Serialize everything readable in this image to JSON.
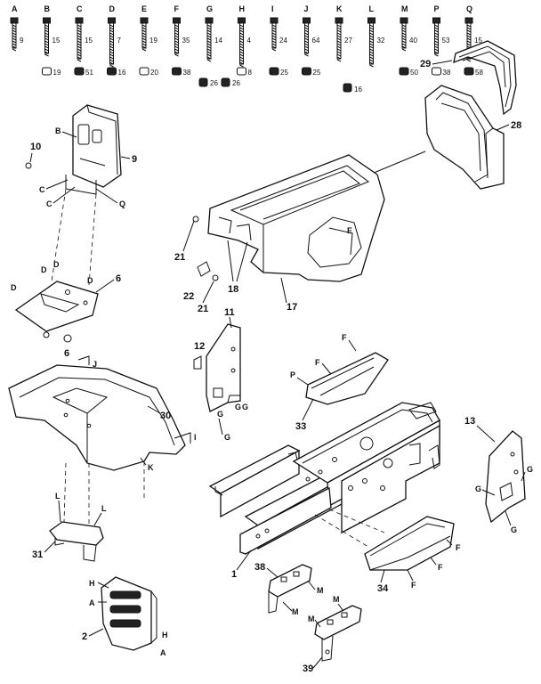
{
  "hardware_row": [
    {
      "letter": "A",
      "length": "9",
      "fitting": ""
    },
    {
      "letter": "B",
      "length": "15",
      "fitting": "19"
    },
    {
      "letter": "C",
      "length": "15",
      "fitting": "51"
    },
    {
      "letter": "D",
      "length": "7",
      "fitting": "16"
    },
    {
      "letter": "E",
      "length": "19",
      "fitting": "20"
    },
    {
      "letter": "F",
      "length": "35",
      "fitting": "38"
    },
    {
      "letter": "G",
      "length": "14",
      "fitting": ""
    },
    {
      "letter": "H",
      "length": "4",
      "fitting": "8"
    },
    {
      "letter": "I",
      "length": "24",
      "fitting": "25"
    },
    {
      "letter": "J",
      "length": "64",
      "fitting": "25"
    },
    {
      "letter": "K",
      "length": "27",
      "fitting": ""
    },
    {
      "letter": "L",
      "length": "32",
      "fitting": ""
    },
    {
      "letter": "M",
      "length": "40",
      "fitting": "50"
    },
    {
      "letter": "P",
      "length": "53",
      "fitting": "38"
    },
    {
      "letter": "Q",
      "length": "15",
      "fitting": "58"
    }
  ],
  "hardware_extra": {
    "nut_26a": "26",
    "nut_26b": "26",
    "nut_16": "16"
  },
  "part_numbers": {
    "p1": "1",
    "p2": "2",
    "p6": "6",
    "p6b": "6",
    "p9": "9",
    "p10": "10",
    "p11": "11",
    "p12": "12",
    "p13": "13",
    "p17": "17",
    "p18": "18",
    "p21a": "21",
    "p21b": "21",
    "p22": "22",
    "p28": "28",
    "p29": "29",
    "p30": "30",
    "p31": "31",
    "p33": "33",
    "p34": "34",
    "p38": "38",
    "p39": "39"
  },
  "callout_letters": {
    "B": "B",
    "C1": "C",
    "C2": "C",
    "Q": "Q",
    "D1": "D",
    "D2": "D",
    "D3": "D",
    "D4": "D",
    "E": "E",
    "J": "J",
    "I": "I",
    "K": "K",
    "L1": "L",
    "L2": "L",
    "H1": "H",
    "A1": "A",
    "H2": "H",
    "A2": "A",
    "F1": "F",
    "F2": "F",
    "P": "P",
    "G1": "G",
    "G2": "G",
    "G3": "G",
    "G4": "G",
    "G5": "G",
    "G6": "G",
    "G7": "G",
    "F3": "F",
    "F4": "F",
    "F5": "F",
    "M1": "M",
    "M2": "M",
    "M3": "M",
    "M4": "M"
  }
}
